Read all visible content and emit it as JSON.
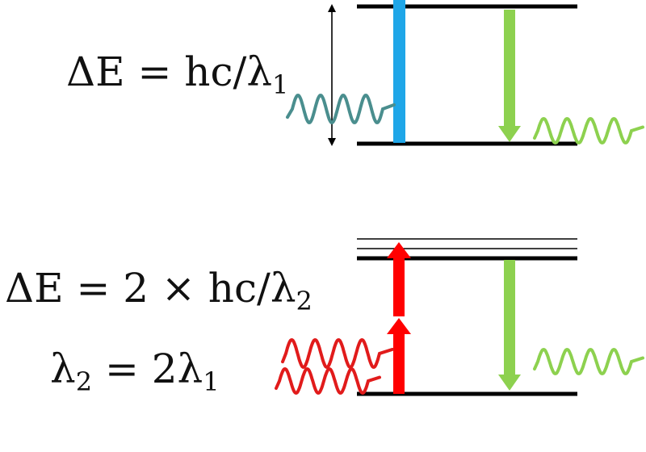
{
  "diagram": {
    "colors": {
      "level": "#000000",
      "one_photon_absorption": "#1fa6e8",
      "two_photon_absorption": "#ff0000",
      "emission": "#8dd14f",
      "incident_photon_one": "#4a8e8e",
      "incident_photon_two": "#e11b1b",
      "emitted_photon": "#8dd14f"
    },
    "top_panel": {
      "equation": {
        "lhs": "ΔE = hc/λ",
        "subscript": "1"
      }
    },
    "bottom_panel": {
      "equation_1": {
        "lhs": "ΔE = 2 × hc/λ",
        "subscript": "2"
      },
      "equation_2": {
        "part_a": "λ",
        "sub_a": "2",
        "part_b": " = 2λ",
        "sub_b": "1"
      }
    }
  }
}
